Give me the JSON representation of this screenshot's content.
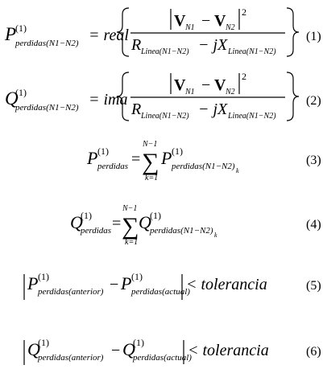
{
  "equations": [
    {
      "number": "(1)",
      "lhs_sym": "P",
      "superscript": "(1)",
      "lhs_sub": "perdidas(N1−N2)",
      "func": "= real",
      "num_v1": "V",
      "num_v1_sub": "N1",
      "num_minus": "−",
      "num_v2": "V",
      "num_v2_sub": "N2",
      "num_exp": "2",
      "den_r": "R",
      "den_r_sub": "Linea(N1−N2)",
      "den_mid": "− jX",
      "den_x_sub": "Linea(N1−N2)"
    },
    {
      "number": "(2)",
      "lhs_sym": "Q",
      "superscript": "(1)",
      "lhs_sub": "perdidas(N1−N2)",
      "func": "= ima",
      "num_v1": "V",
      "num_v1_sub": "N1",
      "num_minus": "−",
      "num_v2": "V",
      "num_v2_sub": "N2",
      "num_exp": "2",
      "den_r": "R",
      "den_r_sub": "Linea(N1−N2)",
      "den_mid": "− jX",
      "den_x_sub": "Linea(N1−N2)"
    },
    {
      "number": "(3)",
      "lhs_sym": "P",
      "superscript": "(1)",
      "lhs_sub": "perdidas",
      "eq": "=",
      "sum_upper": "N−1",
      "sum": "∑",
      "sum_lower": "k=1",
      "rhs_sym": "P",
      "rhs_sup": "(1)",
      "rhs_sub": "perdidas(N1−N2)",
      "rhs_sub2": "k"
    },
    {
      "number": "(4)",
      "lhs_sym": "Q",
      "superscript": "(1)",
      "lhs_sub": "perdidas",
      "eq": "=",
      "sum_upper": "N−1",
      "sum": "∑",
      "sum_lower": "k=1",
      "rhs_sym": "Q",
      "rhs_sup": "(1)",
      "rhs_sub": "perdidas(N1−N2)",
      "rhs_sub2": "k"
    },
    {
      "number": "(5)",
      "a_sym": "P",
      "a_sup": "(1)",
      "a_sub": "perdidas(anterior)",
      "minus": "−",
      "b_sym": "P",
      "b_sup": "(1)",
      "b_sub": "perdidas(actual)",
      "rel": "< tolerancia"
    },
    {
      "number": "(6)",
      "a_sym": "Q",
      "a_sup": "(1)",
      "a_sub": "perdidas(anterior)",
      "minus": "−",
      "b_sym": "Q",
      "b_sup": "(1)",
      "b_sub": "perdidas(actual)",
      "rel": "< tolerancia"
    }
  ]
}
